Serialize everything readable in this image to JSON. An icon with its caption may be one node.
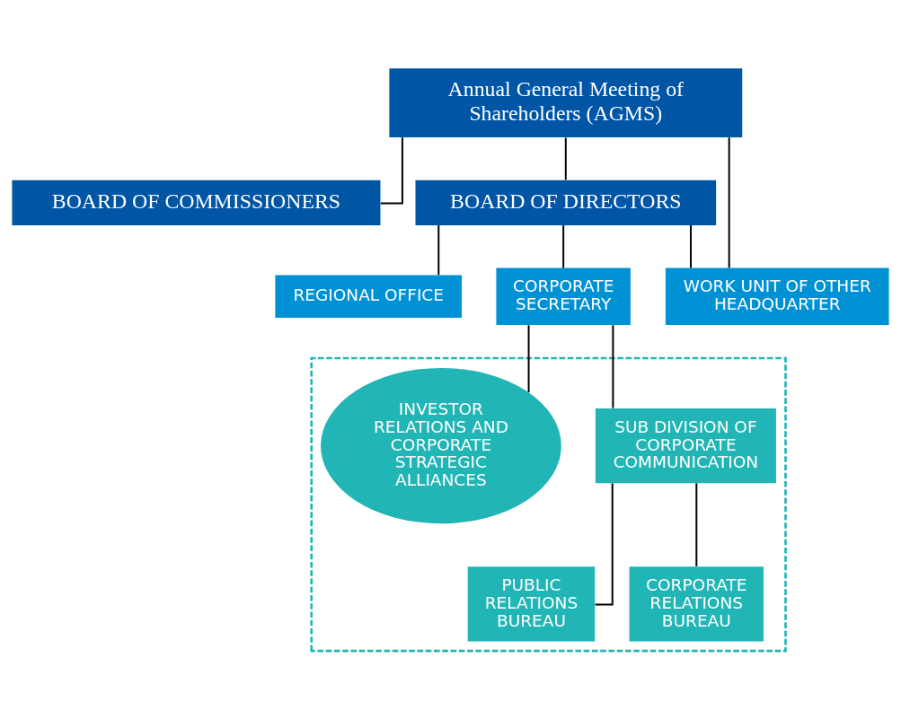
{
  "diagram": {
    "nodes": [
      {
        "text": [
          "Annual General Meeting of Shareholders (AGMS)"
        ]
      },
      {
        "text": [
          "BOARD OF COMMISSIONERS"
        ]
      },
      {
        "text": [
          "BOARD OF DIRECTORS"
        ]
      },
      {
        "text": [
          "REGIONAL OFFICE"
        ]
      },
      {
        "text": [
          "WORK UNIT OF OTHER HEADQUARTER"
        ]
      },
      {
        "text": [
          "CORPORATE SECRETARY"
        ]
      },
      {
        "text": [],
        "shape": "box"
      },
      {
        "text": [
          "SUB DIVISION OF CORPORATE COMMUNICATION"
        ],
        "in": 6
      },
      {
        "text": [
          "INVESTOR RELATIONS AND CORPORATE STRATEGIC ALLIANCES"
        ],
        "in": 6
      },
      {
        "text": [
          "PUBLIC RELATIONS BUREAU"
        ],
        "in": 6
      },
      {
        "text": [
          "CORPORATE RELATIONS BUREAU"
        ],
        "in": 6
      }
    ],
    "edges": [
      {
        "from": 0,
        "to": 1,
        "arrow": "none"
      },
      {
        "from": 0,
        "to": 2,
        "arrow": "none"
      },
      {
        "from": 0,
        "to": 4,
        "arrow": "none"
      },
      {
        "from": 2,
        "to": 3,
        "arrow": "none"
      },
      {
        "from": 2,
        "to": 4,
        "arrow": "none"
      },
      {
        "from": 2,
        "to": 5,
        "arrow": "none"
      },
      {
        "from": 5,
        "to": 7,
        "arrow": "none"
      },
      {
        "from": 5,
        "to": 8,
        "arrow": "none"
      },
      {
        "from": 7,
        "to": 9,
        "arrow": "none"
      },
      {
        "from": 7,
        "to": 10,
        "arrow": "none"
      }
    ]
  }
}
